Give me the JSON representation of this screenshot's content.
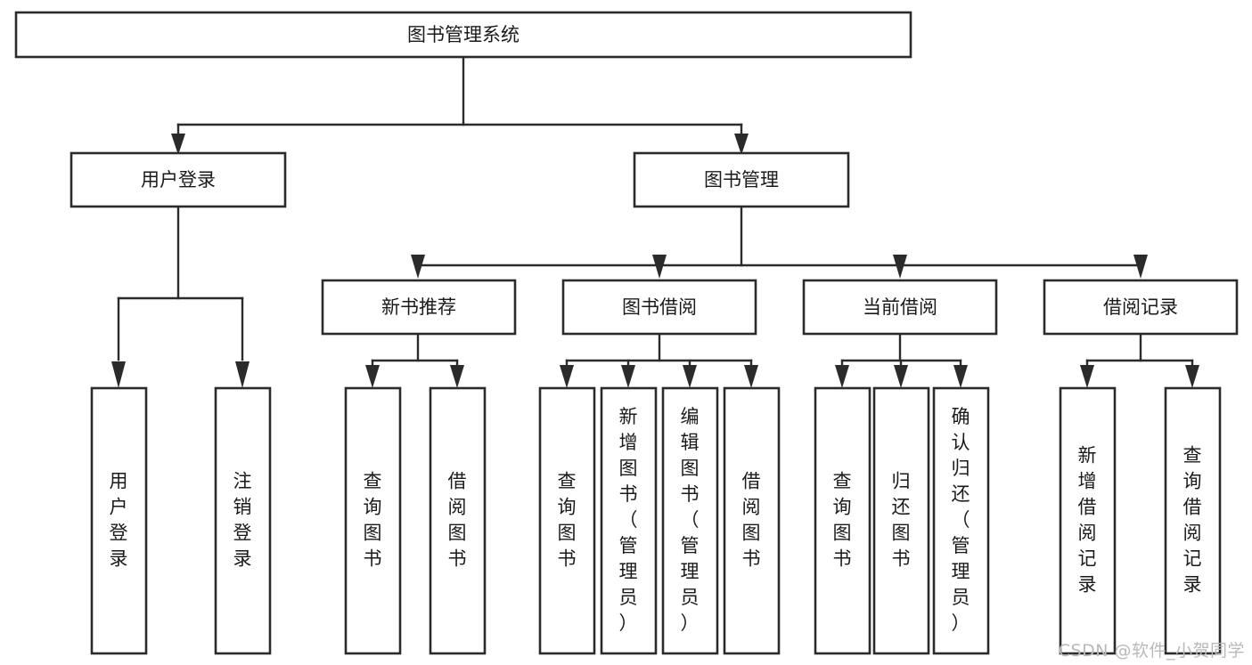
{
  "diagram": {
    "title": "图书管理系统",
    "type": "tree",
    "orientation": "top-down",
    "colors": {
      "box_fill": "#ffffff",
      "box_stroke": "#2b2b2b",
      "text": "#1a1a1a",
      "background": "#ffffff",
      "watermark": "#b9b9b9"
    },
    "root": {
      "label": "图书管理系统",
      "id": "root"
    },
    "level2": [
      {
        "id": "user-login",
        "label": "用户登录"
      },
      {
        "id": "book-manage",
        "label": "图书管理"
      }
    ],
    "level3": [
      {
        "id": "new-book-rec",
        "label": "新书推荐",
        "parent": "book-manage"
      },
      {
        "id": "book-borrow",
        "label": "图书借阅",
        "parent": "book-manage"
      },
      {
        "id": "current-borrow",
        "label": "当前借阅",
        "parent": "book-manage"
      },
      {
        "id": "borrow-record",
        "label": "借阅记录",
        "parent": "book-manage"
      }
    ],
    "leaves": [
      {
        "id": "leaf-user-login",
        "label": "用户登录",
        "parent": "user-login"
      },
      {
        "id": "leaf-logout",
        "label": "注销登录",
        "parent": "user-login"
      },
      {
        "id": "leaf-query-book-1",
        "label": "查询图书",
        "parent": "new-book-rec"
      },
      {
        "id": "leaf-borrow-book-1",
        "label": "借阅图书",
        "parent": "new-book-rec"
      },
      {
        "id": "leaf-query-book-2",
        "label": "查询图书",
        "parent": "book-borrow"
      },
      {
        "id": "leaf-add-book",
        "label": "新增图书（管理员）",
        "parent": "book-borrow"
      },
      {
        "id": "leaf-edit-book",
        "label": "编辑图书（管理员）",
        "parent": "book-borrow"
      },
      {
        "id": "leaf-borrow-book-2",
        "label": "借阅图书",
        "parent": "book-borrow"
      },
      {
        "id": "leaf-query-book-3",
        "label": "查询图书",
        "parent": "current-borrow"
      },
      {
        "id": "leaf-return-book",
        "label": "归还图书",
        "parent": "current-borrow"
      },
      {
        "id": "leaf-confirm-return",
        "label": "确认归还（管理员）",
        "parent": "current-borrow"
      },
      {
        "id": "leaf-add-record",
        "label": "新增借阅记录",
        "parent": "borrow-record"
      },
      {
        "id": "leaf-query-record",
        "label": "查询借阅记录",
        "parent": "borrow-record"
      }
    ]
  },
  "watermark": {
    "text": "CSDN @软件_小贺同学"
  }
}
